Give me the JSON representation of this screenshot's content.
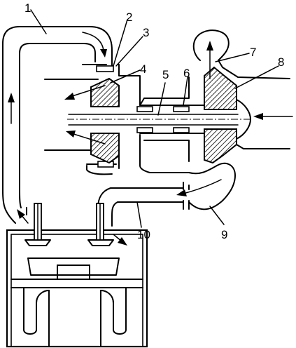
{
  "diagram": {
    "colors": {
      "line": "#000000",
      "background": "#ffffff"
    },
    "labels": [
      {
        "id": "1",
        "text": "1"
      },
      {
        "id": "2",
        "text": "2"
      },
      {
        "id": "3",
        "text": "3"
      },
      {
        "id": "4",
        "text": "4"
      },
      {
        "id": "5",
        "text": "5"
      },
      {
        "id": "6",
        "text": "6"
      },
      {
        "id": "7",
        "text": "7"
      },
      {
        "id": "8",
        "text": "8"
      },
      {
        "id": "9",
        "text": "9"
      },
      {
        "id": "10",
        "text": "10"
      }
    ]
  }
}
